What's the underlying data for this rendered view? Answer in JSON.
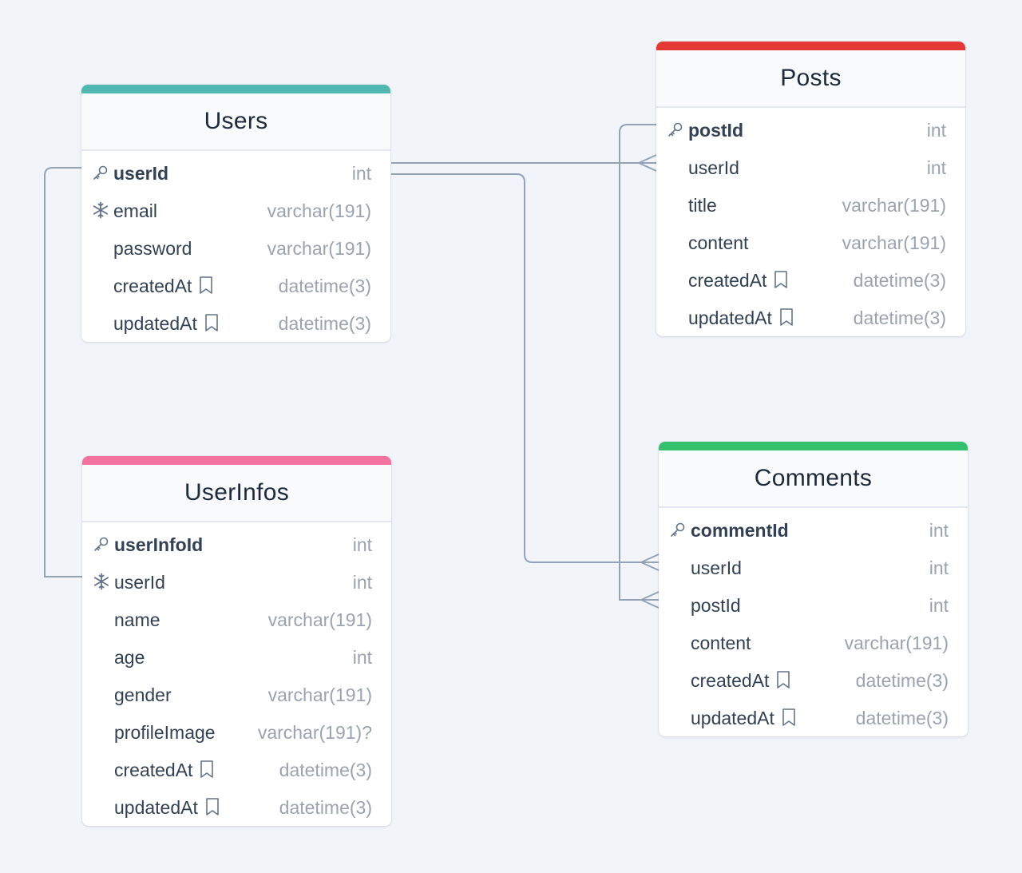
{
  "tables": {
    "users": {
      "title": "Users",
      "accent": "#4fb8b0",
      "fields": [
        {
          "name": "userId",
          "type": "int",
          "icon": "key-icon"
        },
        {
          "name": "email",
          "type": "varchar(191)",
          "icon": "snowflake-icon"
        },
        {
          "name": "password",
          "type": "varchar(191)",
          "icon": ""
        },
        {
          "name": "createdAt",
          "type": "datetime(3)",
          "icon": "",
          "bookmark": true
        },
        {
          "name": "updatedAt",
          "type": "datetime(3)",
          "icon": "",
          "bookmark": true
        }
      ]
    },
    "posts": {
      "title": "Posts",
      "accent": "#e53935",
      "fields": [
        {
          "name": "postId",
          "type": "int",
          "icon": "key-icon"
        },
        {
          "name": "userId",
          "type": "int",
          "icon": ""
        },
        {
          "name": "title",
          "type": "varchar(191)",
          "icon": ""
        },
        {
          "name": "content",
          "type": "varchar(191)",
          "icon": ""
        },
        {
          "name": "createdAt",
          "type": "datetime(3)",
          "icon": "",
          "bookmark": true
        },
        {
          "name": "updatedAt",
          "type": "datetime(3)",
          "icon": "",
          "bookmark": true
        }
      ]
    },
    "userinfos": {
      "title": "UserInfos",
      "accent": "#f472a0",
      "fields": [
        {
          "name": "userInfoId",
          "type": "int",
          "icon": "key-icon"
        },
        {
          "name": "userId",
          "type": "int",
          "icon": "snowflake-icon"
        },
        {
          "name": "name",
          "type": "varchar(191)",
          "icon": ""
        },
        {
          "name": "age",
          "type": "int",
          "icon": ""
        },
        {
          "name": "gender",
          "type": "varchar(191)",
          "icon": ""
        },
        {
          "name": "profileImage",
          "type": "varchar(191)?",
          "icon": ""
        },
        {
          "name": "createdAt",
          "type": "datetime(3)",
          "icon": "",
          "bookmark": true
        },
        {
          "name": "updatedAt",
          "type": "datetime(3)",
          "icon": "",
          "bookmark": true
        }
      ]
    },
    "comments": {
      "title": "Comments",
      "accent": "#34c06d",
      "fields": [
        {
          "name": "commentId",
          "type": "int",
          "icon": "key-icon"
        },
        {
          "name": "userId",
          "type": "int",
          "icon": ""
        },
        {
          "name": "postId",
          "type": "int",
          "icon": ""
        },
        {
          "name": "content",
          "type": "varchar(191)",
          "icon": ""
        },
        {
          "name": "createdAt",
          "type": "datetime(3)",
          "icon": "",
          "bookmark": true
        },
        {
          "name": "updatedAt",
          "type": "datetime(3)",
          "icon": "",
          "bookmark": true
        }
      ]
    }
  },
  "relations": [
    {
      "from": "Users.userId",
      "to": "Posts.userId",
      "cardinality": "one-to-many"
    },
    {
      "from": "Users.userId",
      "to": "Comments.userId",
      "cardinality": "one-to-many"
    },
    {
      "from": "Users.userId",
      "to": "UserInfos.userId",
      "cardinality": "one-to-one"
    },
    {
      "from": "Posts.postId",
      "to": "Comments.postId",
      "cardinality": "one-to-many"
    }
  ],
  "colors": {
    "background": "#f1f5f9",
    "connector": "#94a3b8",
    "field_name": "#334155",
    "field_type": "#9ca3af"
  }
}
